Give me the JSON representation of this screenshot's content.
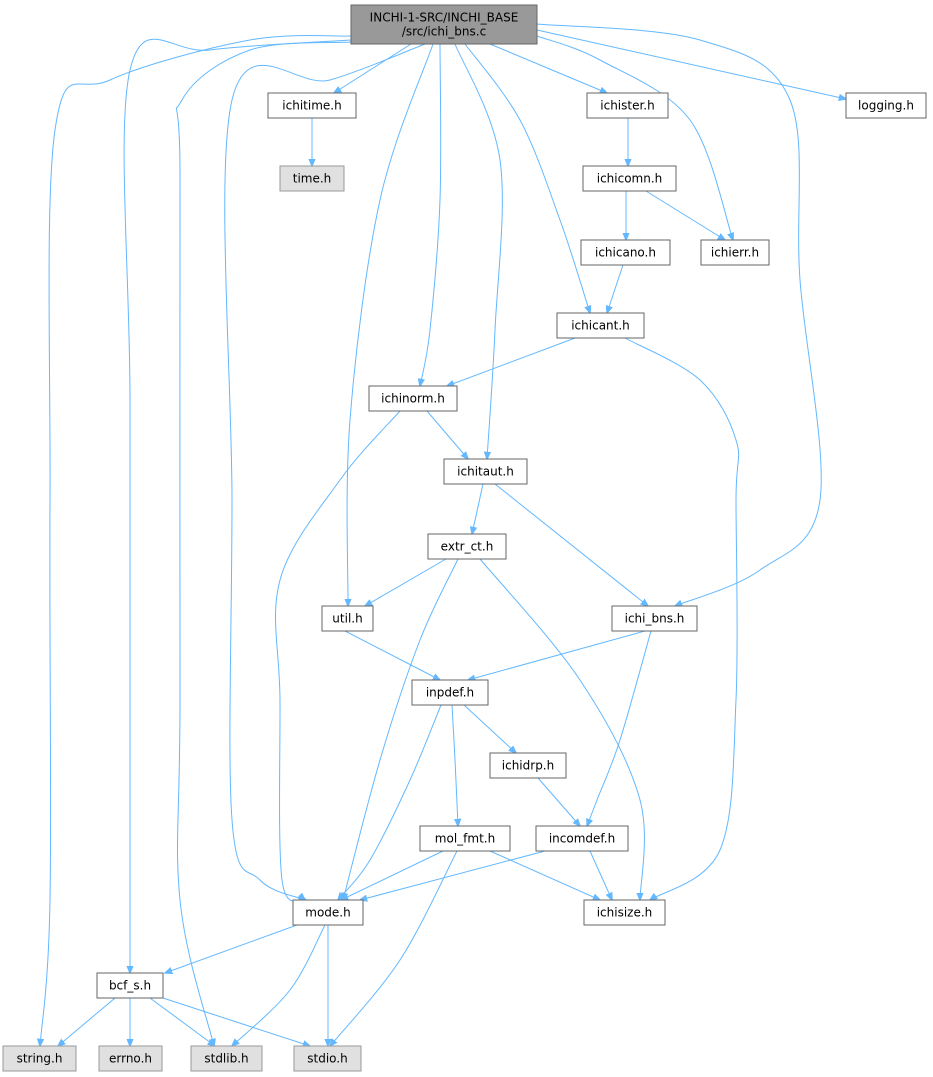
{
  "graph": {
    "nodes": [
      {
        "id": "root",
        "label": "INCHI-1-SRC/INCHI_BASE\n/src/ichi_bns.c",
        "kind": "root"
      },
      {
        "id": "ichitime",
        "label": "ichitime.h",
        "kind": "plain"
      },
      {
        "id": "time",
        "label": "time.h",
        "kind": "sys"
      },
      {
        "id": "ichister",
        "label": "ichister.h",
        "kind": "plain"
      },
      {
        "id": "logging",
        "label": "logging.h",
        "kind": "plain"
      },
      {
        "id": "ichicomn",
        "label": "ichicomn.h",
        "kind": "plain"
      },
      {
        "id": "ichicano",
        "label": "ichicano.h",
        "kind": "plain"
      },
      {
        "id": "ichierr",
        "label": "ichierr.h",
        "kind": "plain"
      },
      {
        "id": "ichicant",
        "label": "ichicant.h",
        "kind": "plain"
      },
      {
        "id": "ichinorm",
        "label": "ichinorm.h",
        "kind": "plain"
      },
      {
        "id": "ichitaut",
        "label": "ichitaut.h",
        "kind": "plain"
      },
      {
        "id": "extr_ct",
        "label": "extr_ct.h",
        "kind": "plain"
      },
      {
        "id": "util",
        "label": "util.h",
        "kind": "plain"
      },
      {
        "id": "ichi_bns",
        "label": "ichi_bns.h",
        "kind": "plain"
      },
      {
        "id": "inpdef",
        "label": "inpdef.h",
        "kind": "plain"
      },
      {
        "id": "ichidrp",
        "label": "ichidrp.h",
        "kind": "plain"
      },
      {
        "id": "mol_fmt",
        "label": "mol_fmt.h",
        "kind": "plain"
      },
      {
        "id": "incomdef",
        "label": "incomdef.h",
        "kind": "plain"
      },
      {
        "id": "mode",
        "label": "mode.h",
        "kind": "plain"
      },
      {
        "id": "ichisize",
        "label": "ichisize.h",
        "kind": "plain"
      },
      {
        "id": "bcf_s",
        "label": "bcf_s.h",
        "kind": "plain"
      },
      {
        "id": "string",
        "label": "string.h",
        "kind": "sys"
      },
      {
        "id": "errno",
        "label": "errno.h",
        "kind": "sys"
      },
      {
        "id": "stdlib",
        "label": "stdlib.h",
        "kind": "sys"
      },
      {
        "id": "stdio",
        "label": "stdio.h",
        "kind": "sys"
      }
    ],
    "edges": [
      {
        "from": "root",
        "to": "ichitime"
      },
      {
        "from": "root",
        "to": "ichister"
      },
      {
        "from": "root",
        "to": "logging"
      },
      {
        "from": "root",
        "to": "ichierr"
      },
      {
        "from": "root",
        "to": "ichicant"
      },
      {
        "from": "root",
        "to": "ichinorm"
      },
      {
        "from": "root",
        "to": "ichitaut"
      },
      {
        "from": "root",
        "to": "ichi_bns"
      },
      {
        "from": "root",
        "to": "util"
      },
      {
        "from": "root",
        "to": "mode"
      },
      {
        "from": "root",
        "to": "bcf_s"
      },
      {
        "from": "root",
        "to": "string"
      },
      {
        "from": "root",
        "to": "stdlib"
      },
      {
        "from": "ichitime",
        "to": "time"
      },
      {
        "from": "ichister",
        "to": "ichicomn"
      },
      {
        "from": "ichicomn",
        "to": "ichicano"
      },
      {
        "from": "ichicomn",
        "to": "ichierr"
      },
      {
        "from": "ichicano",
        "to": "ichicant"
      },
      {
        "from": "ichicant",
        "to": "ichinorm"
      },
      {
        "from": "ichicant",
        "to": "ichisize"
      },
      {
        "from": "ichinorm",
        "to": "ichitaut"
      },
      {
        "from": "ichinorm",
        "to": "mode"
      },
      {
        "from": "ichitaut",
        "to": "extr_ct"
      },
      {
        "from": "ichitaut",
        "to": "ichi_bns"
      },
      {
        "from": "extr_ct",
        "to": "util"
      },
      {
        "from": "extr_ct",
        "to": "mode"
      },
      {
        "from": "extr_ct",
        "to": "ichisize"
      },
      {
        "from": "util",
        "to": "inpdef"
      },
      {
        "from": "ichi_bns",
        "to": "inpdef"
      },
      {
        "from": "ichi_bns",
        "to": "incomdef"
      },
      {
        "from": "inpdef",
        "to": "ichidrp"
      },
      {
        "from": "inpdef",
        "to": "mol_fmt"
      },
      {
        "from": "inpdef",
        "to": "mode"
      },
      {
        "from": "ichidrp",
        "to": "incomdef"
      },
      {
        "from": "mol_fmt",
        "to": "mode"
      },
      {
        "from": "mol_fmt",
        "to": "ichisize"
      },
      {
        "from": "mol_fmt",
        "to": "stdio"
      },
      {
        "from": "incomdef",
        "to": "mode"
      },
      {
        "from": "incomdef",
        "to": "ichisize"
      },
      {
        "from": "mode",
        "to": "bcf_s"
      },
      {
        "from": "mode",
        "to": "stdlib"
      },
      {
        "from": "mode",
        "to": "stdio"
      },
      {
        "from": "bcf_s",
        "to": "string"
      },
      {
        "from": "bcf_s",
        "to": "errno"
      },
      {
        "from": "bcf_s",
        "to": "stdlib"
      },
      {
        "from": "bcf_s",
        "to": "stdio"
      }
    ],
    "colors": {
      "edge": "#63b8ff",
      "root_fill": "#999999",
      "system_fill": "#e0e0e0",
      "node_fill": "#ffffff",
      "node_border": "#666666"
    }
  }
}
